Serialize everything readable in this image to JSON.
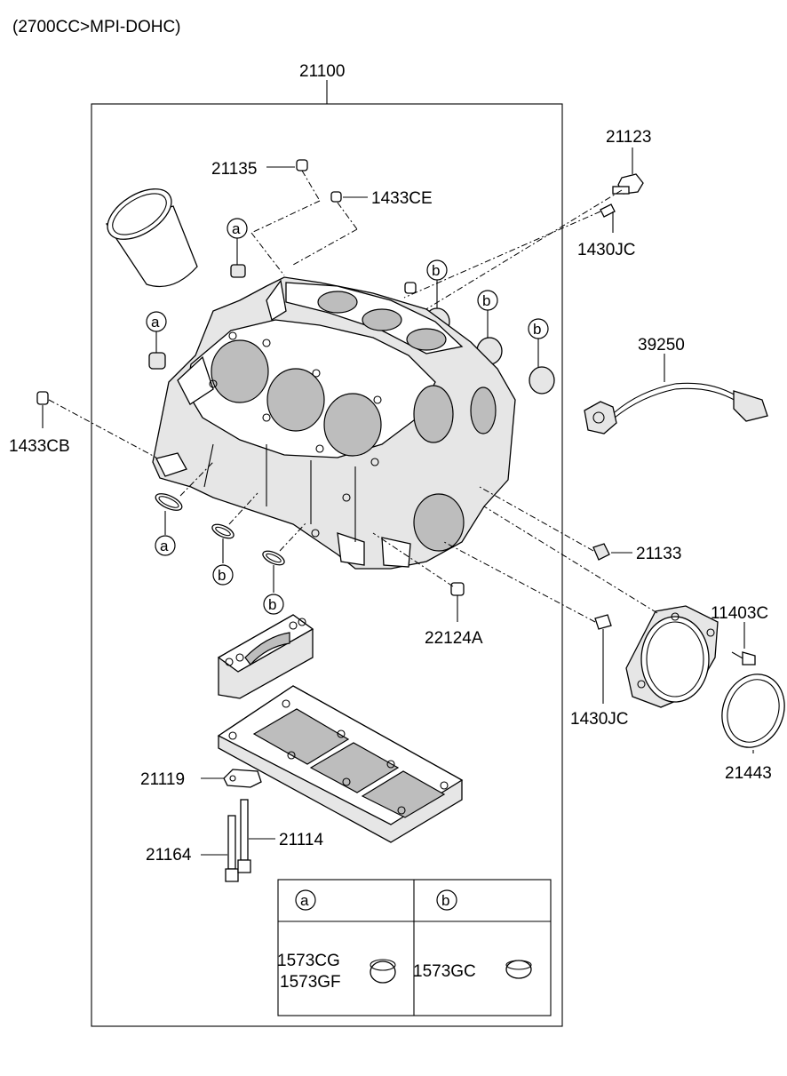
{
  "header": {
    "engine_spec": "(2700CC>MPI-DOHC)"
  },
  "labels": {
    "p21100": "21100",
    "p21123": "21123",
    "p21135": "21135",
    "p1433CE": "1433CE",
    "p1430JC_top": "1430JC",
    "p39250": "39250",
    "p1433CB": "1433CB",
    "p21133": "21133",
    "p22124A": "22124A",
    "p11403C": "11403C",
    "p1430JC_bottom": "1430JC",
    "p21443": "21443",
    "p21119": "21119",
    "p21164": "21164",
    "p21114": "21114"
  },
  "callouts": {
    "a": "a",
    "b": "b"
  },
  "legend": {
    "col_a": {
      "key": "a",
      "parts": [
        "1573CG",
        "1573GF"
      ]
    },
    "col_b": {
      "key": "b",
      "parts": [
        "1573GC"
      ]
    }
  }
}
